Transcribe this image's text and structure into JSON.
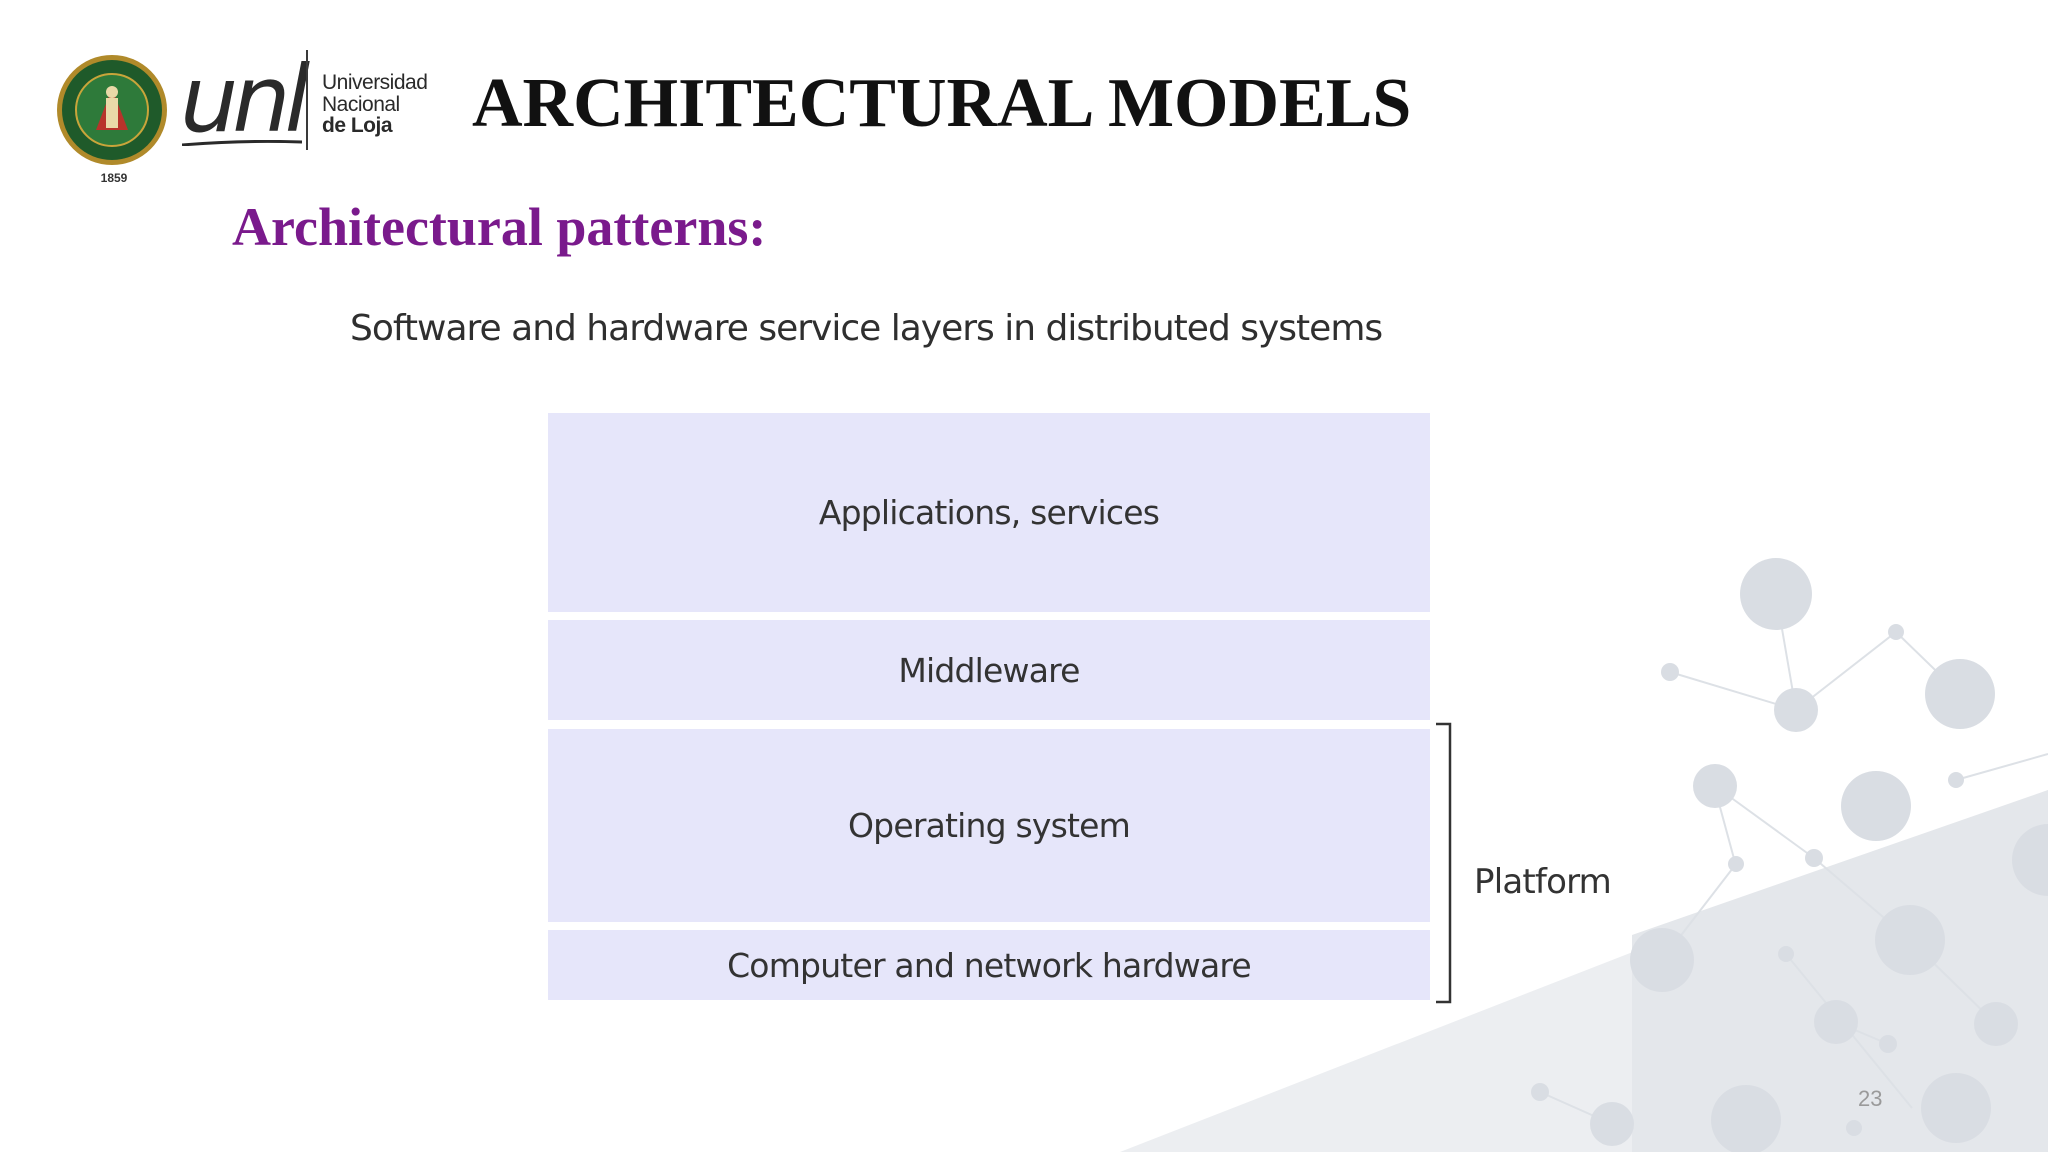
{
  "header": {
    "title": "ARCHITECTURAL MODELS",
    "logo": {
      "seal_year": "1859",
      "wordmark": "unl",
      "name_lines": [
        "Universidad",
        "Nacional",
        "de Loja"
      ]
    }
  },
  "section": {
    "title": "Architectural patterns:"
  },
  "diagram": {
    "caption": "Software and hardware service layers in distributed systems",
    "layers": [
      {
        "label": "Applications, services"
      },
      {
        "label": "Middleware"
      },
      {
        "label": "Operating system"
      },
      {
        "label": "Computer and network hardware"
      }
    ],
    "bracket_label": "Platform",
    "layer_color": "#e6e6fa"
  },
  "footer": {
    "slide_number": "23"
  },
  "colors": {
    "title": "#111111",
    "section_title": "#7a1a8c",
    "text": "#333333",
    "background_decor": "#d9dde3"
  }
}
